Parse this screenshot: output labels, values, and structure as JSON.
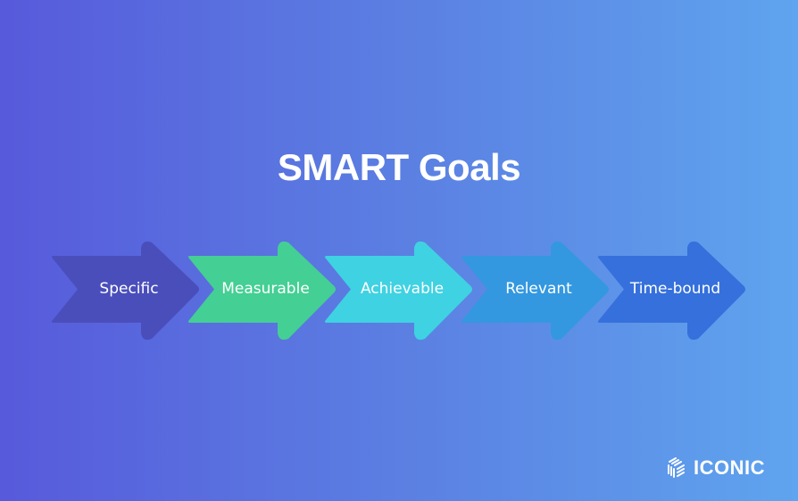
{
  "title": "SMART Goals",
  "colors": {
    "background_left": "#575adb",
    "background_right": "#5fa4ee",
    "text": "#ffffff"
  },
  "steps": [
    {
      "label": "Specific",
      "color": "#4a4ebb"
    },
    {
      "label": "Measurable",
      "color": "#44cf94"
    },
    {
      "label": "Achievable",
      "color": "#3fd2e2"
    },
    {
      "label": "Relevant",
      "color": "#3398e0"
    },
    {
      "label": "Time-bound",
      "color": "#3570dc"
    }
  ],
  "logo": {
    "icon": "cube-stripes-icon",
    "text": "ICONIC"
  }
}
